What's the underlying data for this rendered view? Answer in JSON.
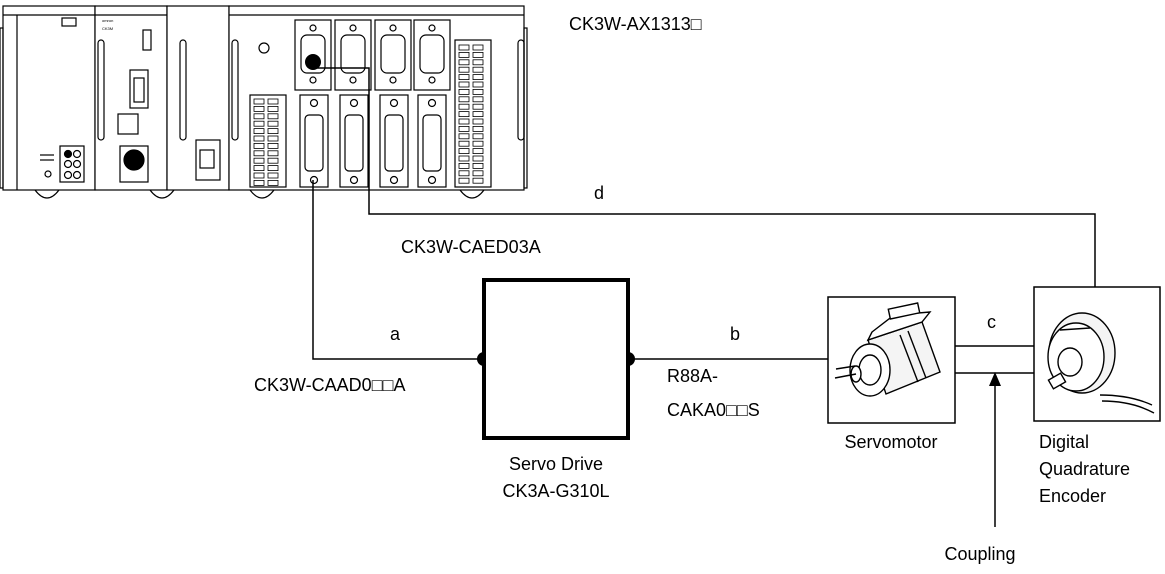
{
  "module_label": "CK3W-AX1313□",
  "plc_text": {
    "brand": "omron",
    "model": "CK3M"
  },
  "cables": {
    "d": {
      "letter": "d",
      "model": "CK3W-CAED03A"
    },
    "a": {
      "letter": "a",
      "model": "CK3W-CAAD0□□A"
    },
    "b": {
      "letter": "b",
      "model_line1": "R88A-",
      "model_line2": "CAKA0□□S"
    },
    "c": {
      "letter": "c"
    }
  },
  "servo_drive": {
    "line1": "Servo Drive",
    "line2": "CK3A-G310L"
  },
  "servomotor": {
    "label": "Servomotor"
  },
  "encoder": {
    "line1": "Digital",
    "line2": "Quadrature",
    "line3": "Encoder"
  },
  "coupling": {
    "label": "Coupling"
  }
}
